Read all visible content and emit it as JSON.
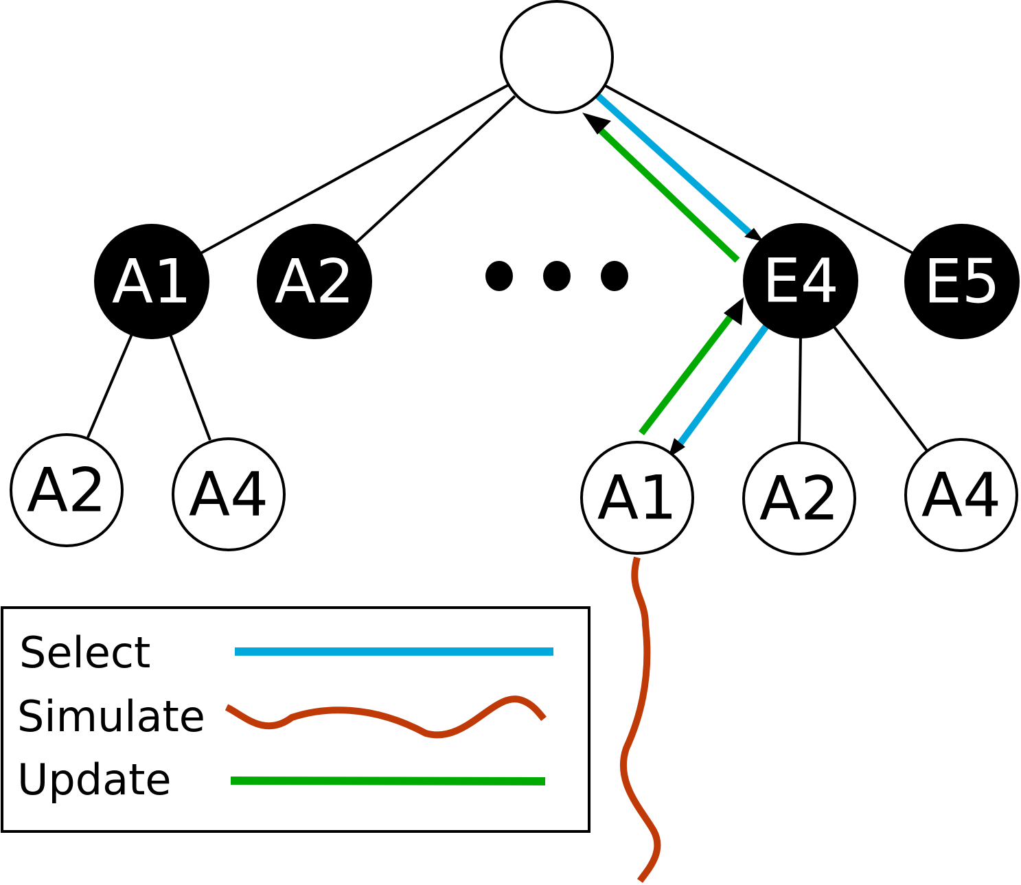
{
  "tree": {
    "root": {
      "label": ""
    },
    "level1": [
      {
        "label": "A1"
      },
      {
        "label": "A2"
      },
      {
        "label": "E4"
      },
      {
        "label": "E5"
      }
    ],
    "ellipsis": "...",
    "level2_left": [
      {
        "label": "A2"
      },
      {
        "label": "A4"
      }
    ],
    "level2_right": [
      {
        "label": "A1"
      },
      {
        "label": "A2"
      },
      {
        "label": "A4"
      }
    ]
  },
  "legend": {
    "items": [
      {
        "label": "Select",
        "color": "#00a8dc",
        "style": "straight"
      },
      {
        "label": "Simulate",
        "color": "#c03a08",
        "style": "wavy"
      },
      {
        "label": "Update",
        "color": "#00aa00",
        "style": "straight"
      }
    ]
  },
  "colors": {
    "select": "#00a8dc",
    "simulate": "#c03a08",
    "update": "#00aa00",
    "filled_node": "#000000",
    "empty_node": "#ffffff",
    "edge": "#000000"
  }
}
